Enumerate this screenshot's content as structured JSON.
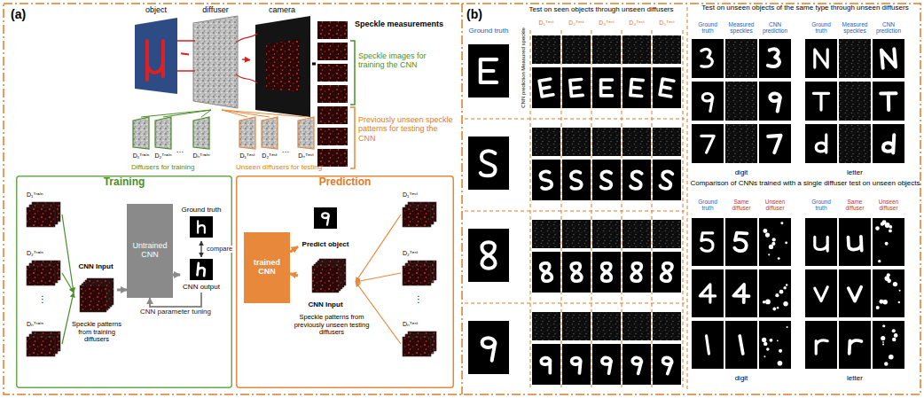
{
  "diagram": {
    "nodes": [
      {
        "text": [
          "object"
        ]
      },
      {
        "text": [
          "diffuser"
        ]
      },
      {
        "text": [
          "camera"
        ]
      },
      {
        "text": [
          "Training"
        ]
      },
      {
        "text": [
          "CNN Input"
        ],
        "in": 3
      },
      {
        "text": [
          "Untrained CNN"
        ],
        "in": 3
      },
      {
        "text": [
          "Ground truth"
        ],
        "in": 3
      },
      {
        "text": [
          "CNN output"
        ],
        "in": 3
      },
      {
        "text": [
          "Prediction"
        ]
      },
      {
        "text": [
          "trained CNN"
        ],
        "in": 8
      },
      {
        "text": [
          "Predict object"
        ],
        "in": 8
      },
      {
        "text": [
          "CNN Input"
        ],
        "in": 8
      }
    ],
    "edges": [
      {
        "from": 0,
        "to": 1,
        "arrow": "none"
      },
      {
        "from": 1,
        "to": 2,
        "arrow": "to"
      },
      {
        "from": 4,
        "to": 5,
        "arrow": "to"
      },
      {
        "from": 5,
        "to": 7,
        "arrow": "to"
      },
      {
        "from": 6,
        "to": 7,
        "arrow": "both",
        "label": "compare"
      },
      {
        "from": 7,
        "to": 5,
        "arrow": "to",
        "label": "CNN parameter tuning"
      },
      {
        "from": 11,
        "to": 9,
        "arrow": "to"
      },
      {
        "from": 9,
        "to": 10,
        "arrow": "to"
      }
    ],
    "labels": [
      "(a)",
      "Speckle measurements",
      "Speckle images for training the CNN",
      "Previously unseen speckle patterns for testing the CNN",
      "D₁ᵀʳᵃⁱⁿ",
      "D₂ᵀʳᵃⁱⁿ",
      "…",
      "Dₙᵀʳᵃⁱⁿ",
      "D₁ᵀᵉˢᵗ",
      "D₂ᵀᵉˢᵗ",
      "…",
      "Dₙᵀᵉˢᵗ",
      "Diffusers for training",
      "Unseen diffusers for testing",
      "D₁ᵀʳᵃⁱⁿ",
      "D₂ᵀʳᵃⁱⁿ",
      "⋮",
      "Dₙᵀʳᵃⁱⁿ",
      "Speckle patterns from training diffusers",
      "Speckle patterns from previously unseen testing diffusers",
      "D₁ᵀᵉˢᵗ",
      "D₂ᵀᵉˢᵗ",
      "⋮",
      "Dₙᵀᵉˢᵗ",
      "(b)",
      "Ground truth",
      "Test on seen objects through unseen diffusers",
      "D₁ᵀᵉˢᵗ",
      "D₂ᵀᵉˢᵗ",
      "D₃ᵀᵉˢᵗ",
      "D₄ᵀᵉˢᵗ",
      "D₅ᵀᵉˢᵗ",
      "Measured speckle",
      "CNN prediction",
      "Test on unseen objects of the same type through unseen diffusers",
      "Ground truth",
      "Measured speckles",
      "CNN prediction",
      "Ground truth",
      "Measured speckles",
      "CNN prediction",
      "digit",
      "letter",
      "Comparison of CNNs trained with a single diffuser test on unseen objects",
      "Ground truth",
      "Same diffuser",
      "Unseen diffuser",
      "Ground truth",
      "Same diffuser",
      "Unseen diffuser",
      "digit",
      "letter"
    ]
  }
}
